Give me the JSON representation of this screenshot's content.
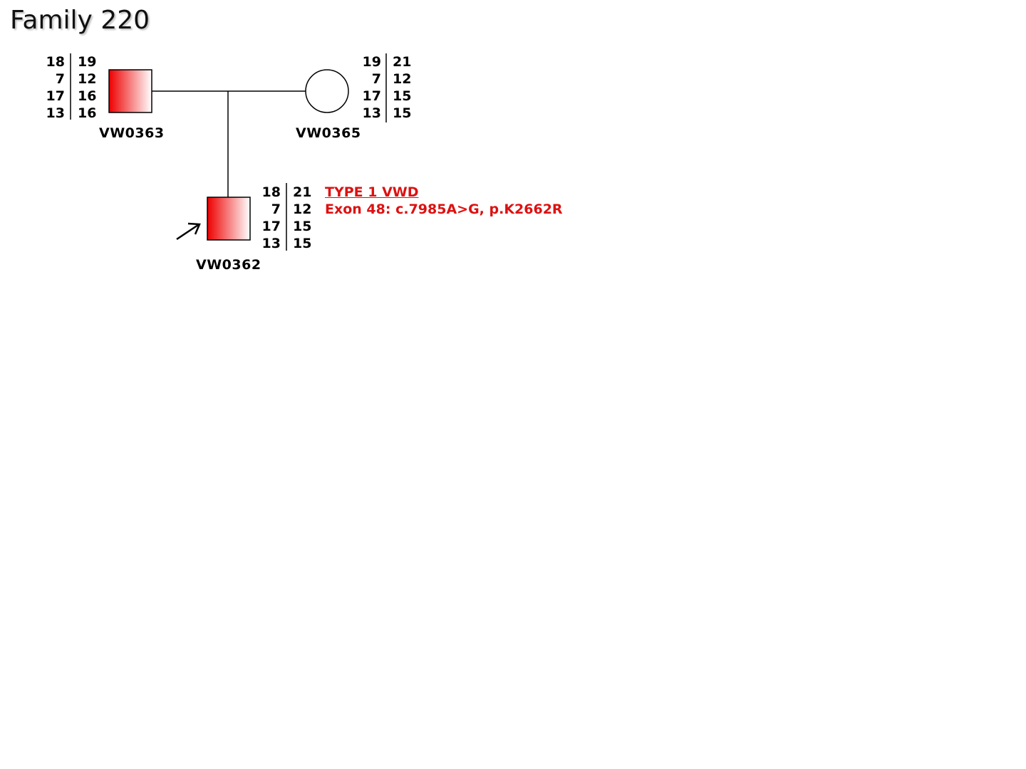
{
  "title": "Family 220",
  "colors": {
    "affected": "#ee0000",
    "annotation": "#dd1111",
    "line": "#000000"
  },
  "individuals": {
    "father": {
      "id": "VW0363",
      "sex": "male",
      "affected": true,
      "haplotype_left": [
        "18",
        "7",
        "17",
        "13"
      ],
      "haplotype_right": [
        "19",
        "12",
        "16",
        "16"
      ]
    },
    "mother": {
      "id": "VW0365",
      "sex": "female",
      "affected": false,
      "haplotype_left": [
        "19",
        "7",
        "17",
        "13"
      ],
      "haplotype_right": [
        "21",
        "12",
        "15",
        "15"
      ]
    },
    "proband": {
      "id": "VW0362",
      "sex": "male",
      "affected": true,
      "proband": true,
      "haplotype_left": [
        "18",
        "7",
        "17",
        "13"
      ],
      "haplotype_right": [
        "21",
        "12",
        "15",
        "15"
      ],
      "diagnosis": "TYPE 1 VWD",
      "mutation": "Exon 48: c.7985A>G, p.K2662R"
    }
  }
}
